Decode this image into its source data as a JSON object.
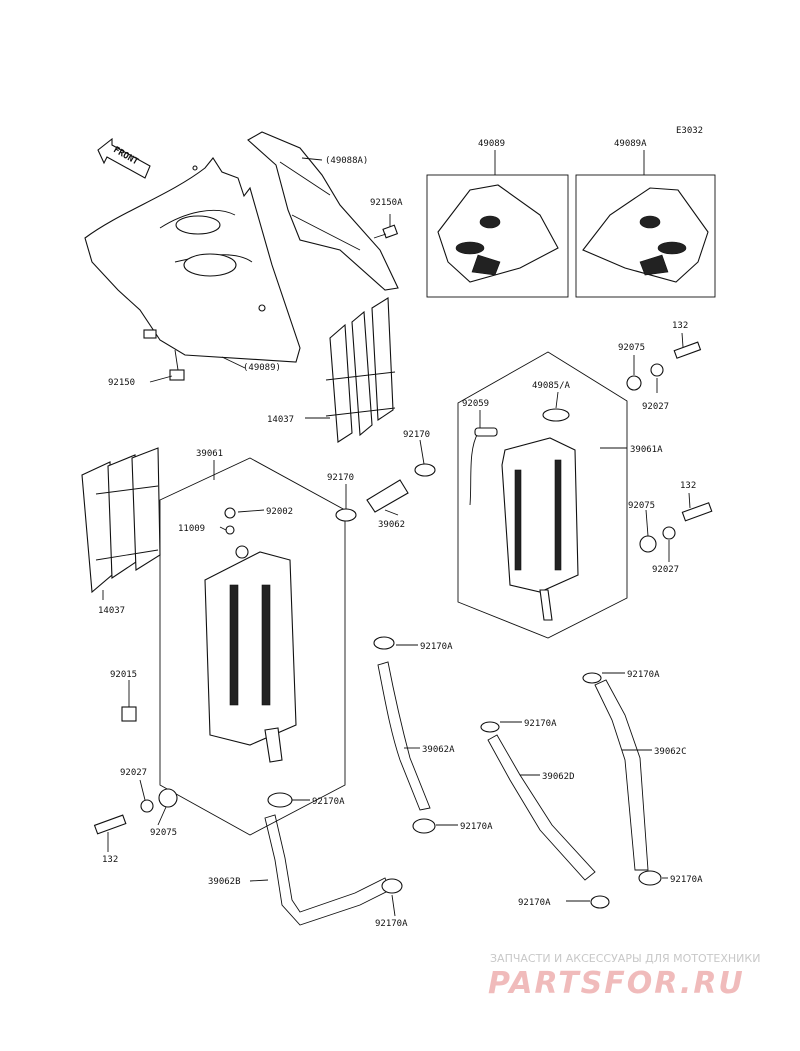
{
  "diagram": {
    "figure_code": "E3032",
    "front_marker": "FRONT",
    "labels": [
      {
        "id": "lbl-49088a",
        "text": "(49088A)"
      },
      {
        "id": "lbl-92150a",
        "text": "92150A"
      },
      {
        "id": "lbl-49089-top",
        "text": "49089"
      },
      {
        "id": "lbl-49089a-top",
        "text": "49089A"
      },
      {
        "id": "lbl-49089-paren",
        "text": "(49089)"
      },
      {
        "id": "lbl-92150",
        "text": "92150"
      },
      {
        "id": "lbl-14037-upper",
        "text": "14037"
      },
      {
        "id": "lbl-14037-lower",
        "text": "14037"
      },
      {
        "id": "lbl-132-upper",
        "text": "132"
      },
      {
        "id": "lbl-92075-upper",
        "text": "92075"
      },
      {
        "id": "lbl-49085a",
        "text": "49085/A"
      },
      {
        "id": "lbl-92027-upper",
        "text": "92027"
      },
      {
        "id": "lbl-92059",
        "text": "92059"
      },
      {
        "id": "lbl-92170-right",
        "text": "92170"
      },
      {
        "id": "lbl-39061a",
        "text": "39061A"
      },
      {
        "id": "lbl-39061",
        "text": "39061"
      },
      {
        "id": "lbl-92170-left",
        "text": "92170"
      },
      {
        "id": "lbl-132-mid",
        "text": "132"
      },
      {
        "id": "lbl-92002",
        "text": "92002"
      },
      {
        "id": "lbl-11009",
        "text": "11009"
      },
      {
        "id": "lbl-39062",
        "text": "39062"
      },
      {
        "id": "lbl-92075-mid",
        "text": "92075"
      },
      {
        "id": "lbl-92027-mid",
        "text": "92027"
      },
      {
        "id": "lbl-92015",
        "text": "92015"
      },
      {
        "id": "lbl-92170a-1",
        "text": "92170A"
      },
      {
        "id": "lbl-92170a-2",
        "text": "92170A"
      },
      {
        "id": "lbl-92170a-3",
        "text": "92170A"
      },
      {
        "id": "lbl-39062a",
        "text": "39062A"
      },
      {
        "id": "lbl-39062d",
        "text": "39062D"
      },
      {
        "id": "lbl-39062c",
        "text": "39062C"
      },
      {
        "id": "lbl-92027-lower",
        "text": "92027"
      },
      {
        "id": "lbl-92075-lower",
        "text": "92075"
      },
      {
        "id": "lbl-132-lower",
        "text": "132"
      },
      {
        "id": "lbl-92170a-4",
        "text": "92170A"
      },
      {
        "id": "lbl-92170a-5",
        "text": "92170A"
      },
      {
        "id": "lbl-39062b",
        "text": "39062B"
      },
      {
        "id": "lbl-92170a-6",
        "text": "92170A"
      },
      {
        "id": "lbl-92170a-7",
        "text": "92170A"
      },
      {
        "id": "lbl-92170a-8",
        "text": "92170A"
      }
    ]
  },
  "watermark": {
    "tagline": "ЗАПЧАСТИ И АКСЕССУАРЫ ДЛЯ МОТОТЕХНИКИ",
    "logo_text": "PARTSFOR.RU",
    "logo_color": "#e06a6a"
  }
}
